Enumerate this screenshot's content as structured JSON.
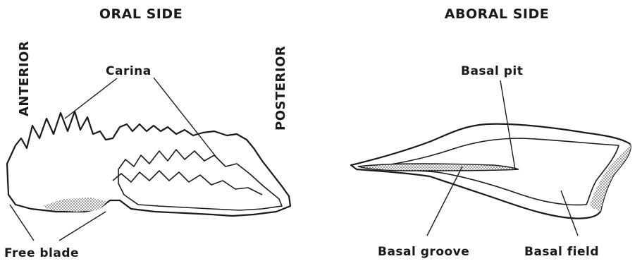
{
  "oral": {
    "title": "ORAL SIDE",
    "anterior": "ANTERIOR",
    "posterior": "POSTERIOR",
    "carina": "Carina",
    "free_blade": "Free blade"
  },
  "aboral": {
    "title": "ABORAL SIDE",
    "basal_pit": "Basal pit",
    "basal_groove": "Basal groove",
    "basal_field": "Basal field"
  }
}
